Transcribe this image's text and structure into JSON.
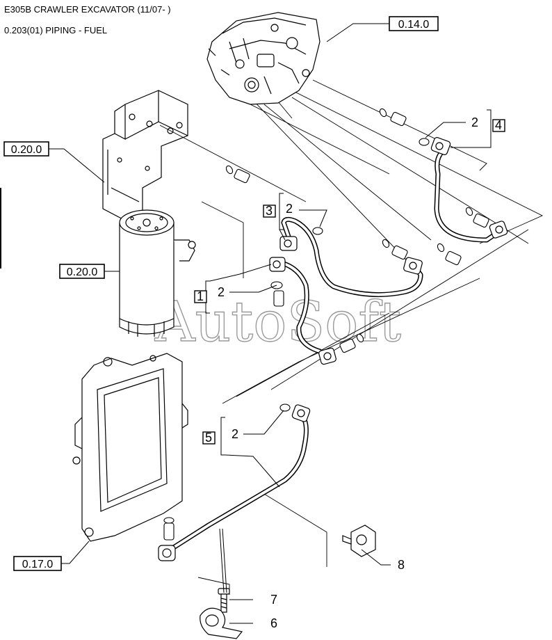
{
  "header": {
    "title": "E305B CRAWLER EXCAVATOR (11/07- )",
    "subtitle": "0.203(01) PIPING - FUEL"
  },
  "references": [
    {
      "id": "ref-0-14-0",
      "label": "0.14.0"
    },
    {
      "id": "ref-0-20-0-top",
      "label": "0.20.0"
    },
    {
      "id": "ref-0-20-0-filter",
      "label": "0.20.0"
    },
    {
      "id": "ref-0-17-0",
      "label": "0.17.0"
    }
  ],
  "callouts": {
    "group_1": "1",
    "group_3": "3",
    "group_4": "4",
    "group_5": "5",
    "seal_a": "2",
    "seal_b": "2",
    "seal_c": "2",
    "seal_d": "2",
    "item_6": "6",
    "item_7": "7",
    "item_8": "8"
  },
  "watermark": "AutoSoft"
}
